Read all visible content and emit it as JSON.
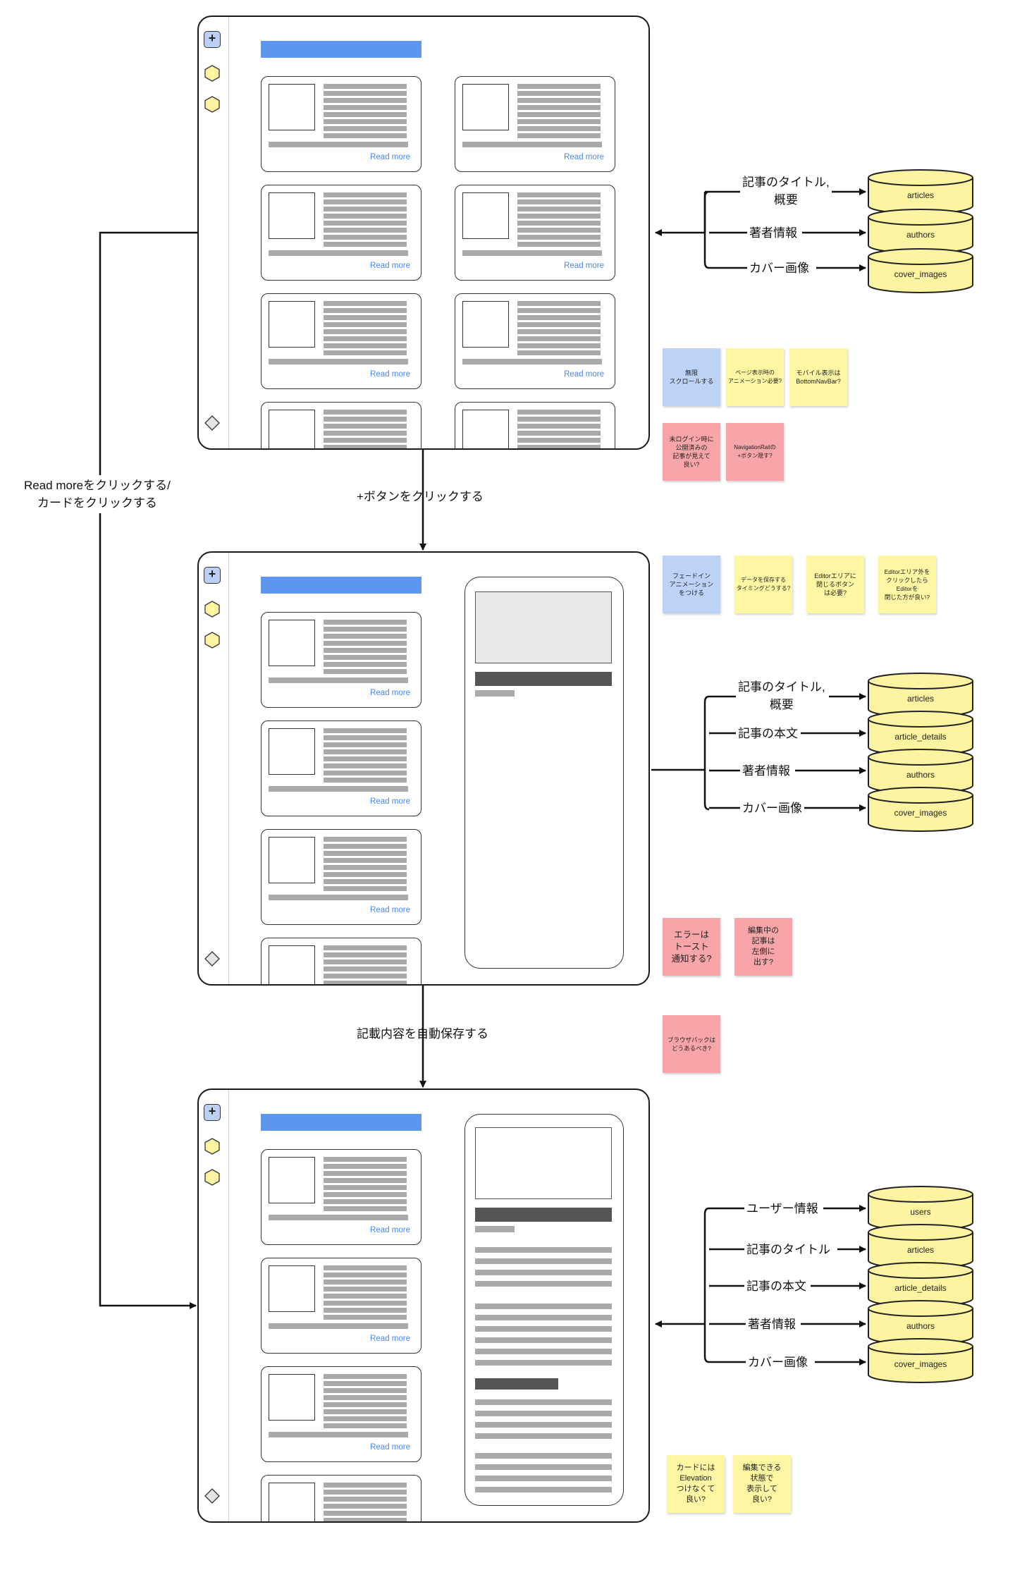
{
  "screens": {
    "read_more_label": "Read more"
  },
  "flow": {
    "plus_click": "+ボタンをクリックする",
    "auto_save": "記載内容を自動保存する",
    "read_more_click": "Read moreをクリックする/\nカードをクリックする"
  },
  "databases": {
    "group1": [
      {
        "table": "articles",
        "field": "記事のタイトル,\n概要"
      },
      {
        "table": "authors",
        "field": "著者情報"
      },
      {
        "table": "cover_images",
        "field": "カバー画像"
      }
    ],
    "group2": [
      {
        "table": "articles",
        "field": "記事のタイトル,\n概要"
      },
      {
        "table": "article_details",
        "field": "記事の本文"
      },
      {
        "table": "authors",
        "field": "著者情報"
      },
      {
        "table": "cover_images",
        "field": "カバー画像"
      }
    ],
    "group3": [
      {
        "table": "users",
        "field": "ユーザー情報"
      },
      {
        "table": "articles",
        "field": "記事のタイトル"
      },
      {
        "table": "article_details",
        "field": "記事の本文"
      },
      {
        "table": "authors",
        "field": "著者情報"
      },
      {
        "table": "cover_images",
        "field": "カバー画像"
      }
    ]
  },
  "notes": {
    "n1": "無限\nスクロールする",
    "n2": "ページ表示時の\nアニメーション必要?",
    "n3": "モバイル表示は\nBottomNavBar?",
    "n4": "未ログイン時に\n公開済みの\n記事が見えて\n良い?",
    "n5": "NavigationRailの\n+ボタン隠す?",
    "n6": "フェードイン\nアニメーション\nをつける",
    "n7": "データを保存する\nタイミングどうする?",
    "n8": "Editorエリアに\n閉じるボタン\nは必要?",
    "n9": "Editorエリア外を\nクリックしたら\nEditorを\n閉じた方が良い?",
    "n10": "エラーは\nトースト\n通知する?",
    "n11": "編集中の\n記事は\n左側に\n出す?",
    "n12": "ブラウザバックは\nどうあるべき?",
    "n13": "カードには\nElevation\nつけなくて\n良い?",
    "n14": "編集できる\n状態で\n表示して\n良い?"
  },
  "colors": {
    "blue_note": "#bcd3f7",
    "yellow_note": "#fdf6a3",
    "red_note": "#f7a5a8",
    "db_fill": "#fdf4a1",
    "accent": "#5b95ef"
  }
}
